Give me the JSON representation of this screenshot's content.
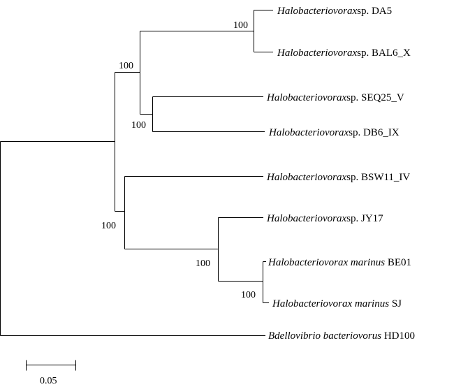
{
  "tree": {
    "taxa": [
      {
        "id": "da5",
        "genus": "Halobacteriovorax",
        "rest": "sp. DA5"
      },
      {
        "id": "bal6",
        "genus": "Halobacteriovorax",
        "rest": "sp. BAL6_X"
      },
      {
        "id": "seq25",
        "genus": "Halobacteriovorax",
        "rest": "sp. SEQ25_V"
      },
      {
        "id": "db6",
        "genus": "Halobacteriovorax",
        "rest": "sp. DB6_IX"
      },
      {
        "id": "bsw11",
        "genus": "Halobacteriovorax",
        "rest": "sp. BSW11_IV"
      },
      {
        "id": "jy17",
        "genus": "Halobacteriovorax",
        "rest": "sp. JY17"
      },
      {
        "id": "be01",
        "genus": "Halobacteriovorax marinus",
        "rest": " BE01"
      },
      {
        "id": "sj",
        "genus": "Halobacteriovorax marinus",
        "rest": " SJ"
      },
      {
        "id": "hd100",
        "genus": "Bdellovibrio bacteriovorus",
        "rest": " HD100"
      }
    ],
    "bootstrap": [
      {
        "id": "n_da5_bal6",
        "value": "100"
      },
      {
        "id": "n_upper",
        "value": "100"
      },
      {
        "id": "n_seq_db6",
        "value": "100"
      },
      {
        "id": "n_lower",
        "value": "100"
      },
      {
        "id": "n_jy_mar",
        "value": "100"
      },
      {
        "id": "n_be_sj",
        "value": "100"
      }
    ],
    "scale_bar": {
      "label": "0.05",
      "value": 0.05
    }
  }
}
